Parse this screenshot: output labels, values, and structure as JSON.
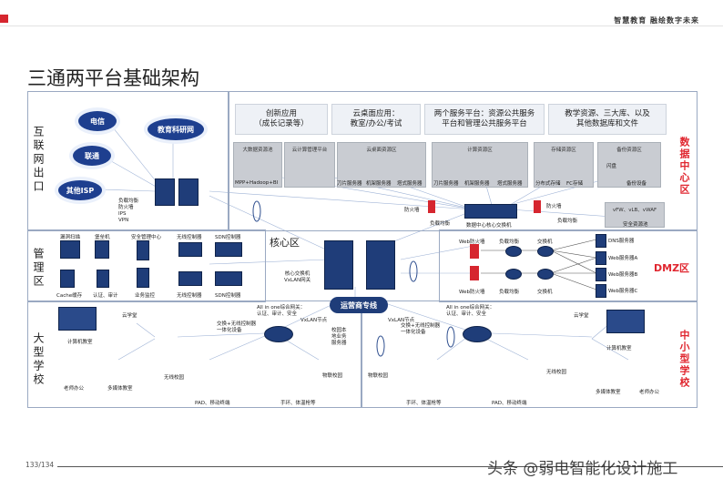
{
  "brand": "智慧教育 融绘数字未来",
  "title": "三通两平台基础架构",
  "page_number": "133/134",
  "watermark": "头条 @弱电智能化设计施工",
  "sections": {
    "internet": "互联网出口",
    "management": "管理区",
    "core": "核心区",
    "large_school": "大型学校",
    "datacenter": "数据中心区",
    "dmz": "DMZ区",
    "small_school": "中小型学校"
  },
  "clouds": [
    "电信",
    "教育科研网",
    "联通",
    "其他ISP"
  ],
  "internet_fw": "负载均衡\n防火墙\nIPS\nVPN",
  "app_boxes": [
    "创新应用\n（成长记录等）",
    "云桌面应用：\n教室/办公/考试",
    "两个服务平台：资源公共服务\n平台和管理公共服务平台",
    "教学资源、三大库、以及\n其他数据库和文件"
  ],
  "pools": {
    "bigdata": "大数据资源池",
    "bigdata_sub": "MPP+Hadoop+BI",
    "cloud_mgmt": "云计算管理平台",
    "desktop": "云桌面资源区",
    "desktop_items": [
      "刀片服务器",
      "机架服务器",
      "塔式服务器"
    ],
    "compute": "计算资源区",
    "compute_items": [
      "刀片服务器",
      "机架服务器",
      "塔式服务器"
    ],
    "storage": "存储资源区",
    "storage_items": [
      "分布式存储",
      "FC存储"
    ],
    "backup": "备份资源区",
    "backup_items": [
      "闪盘",
      "备份设备"
    ],
    "security": "安全资源池",
    "security_sub": "vFW、vLB、vWAF"
  },
  "dc_devices": {
    "firewall": "防火墙",
    "lb": "负载均衡",
    "core_switch": "数据中心核心交换机"
  },
  "mgmt_items": [
    "漏洞扫描",
    "堡垒机",
    "安全管理中心",
    "无线控制器",
    "SDN控制器",
    "Cache缓存",
    "认证、审计",
    "业务监控",
    "无线控制器",
    "SDN控制器"
  ],
  "core": {
    "label": "核心交换机\nVxLAN网关",
    "operator": "运营商专线"
  },
  "dmz": {
    "web_fw": "Web防火墙",
    "lb": "负载均衡",
    "switch": "交换机",
    "servers": [
      "DNS服务器",
      "Web服务器A",
      "Web服务器B",
      "Web服务器C"
    ]
  },
  "large_school": {
    "cloud_classroom": "云学堂",
    "computer_room": "计算机教室",
    "aio": "All in one综合网关：\n认证、审计、安全",
    "vxlan": "VxLAN节点",
    "switch": "交换+无线控制器\n一体化设备",
    "campus_server": "校园本\n地业务\n服务器",
    "wireless_ap": "无线校园",
    "iot": "物联校园",
    "office": "老师办公",
    "multimedia": "多媒体教室",
    "pad": "PAD、移动终端",
    "wearables": "手环、体温枪等"
  },
  "small_school": {
    "aio": "All in one综合网关：\n认证、审计、安全",
    "vxlan": "VxLAN节点",
    "switch": "交换+无线控制器\n一体化设备",
    "cloud_classroom": "云学堂",
    "computer_room": "计算机教室",
    "iot": "物联校园",
    "wireless_ap": "无线校园",
    "multimedia": "多媒体教室",
    "office": "老师办公",
    "pad": "PAD、移动终端",
    "wearables": "手环、体温枪等"
  },
  "colors": {
    "accent": "#e0262f",
    "navy": "#1f3d79",
    "frame": "#9aa9c2"
  }
}
